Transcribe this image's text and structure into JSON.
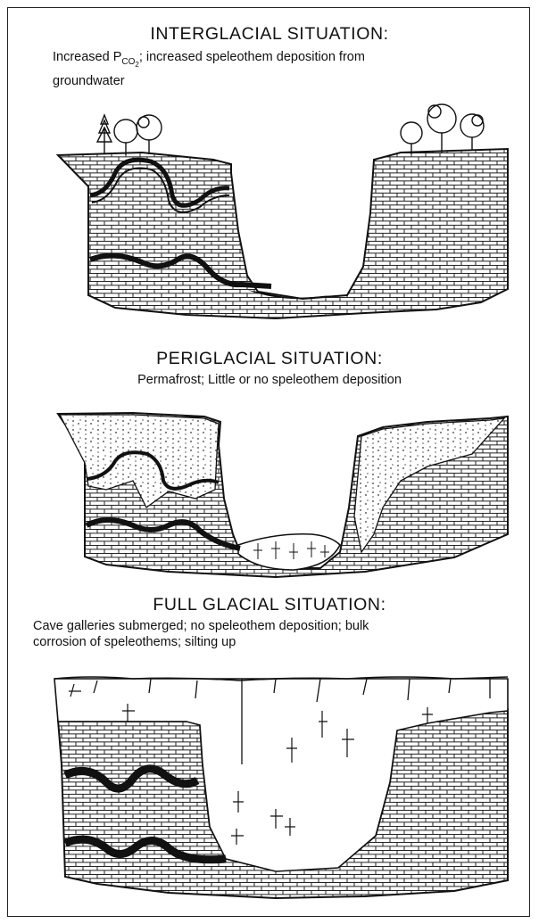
{
  "panels": [
    {
      "title": "INTERGLACIAL SITUATION:",
      "caption_a": "Increased P",
      "caption_sub": "CO",
      "caption_sub2": "2",
      "caption_b": "; increased speleothem deposition from",
      "caption_c": "groundwater"
    },
    {
      "title": "PERIGLACIAL SITUATION:",
      "caption": "Permafrost;  Little or no speleothem deposition"
    },
    {
      "title": "FULL GLACIAL SITUATION:",
      "caption_1": "Cave galleries submerged; no speleothem deposition;  bulk",
      "caption_2": "corrosion of speleothems;  silting up"
    }
  ]
}
